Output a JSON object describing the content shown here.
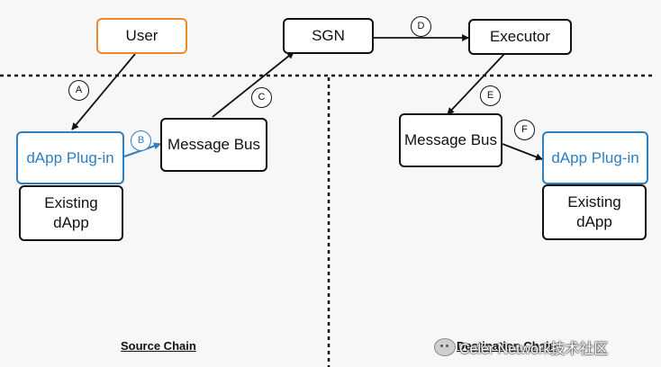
{
  "nodes": {
    "user": "User",
    "sgn": "SGN",
    "executor": "Executor",
    "source_plugin": "dApp Plug-in",
    "source_existing": [
      "Existing",
      "dApp"
    ],
    "source_message_bus": "Message Bus",
    "dest_message_bus": "Message Bus",
    "dest_plugin": "dApp Plug-in",
    "dest_existing": [
      "Existing",
      "dApp"
    ]
  },
  "steps": [
    "A",
    "B",
    "C",
    "D",
    "E",
    "F"
  ],
  "regions": {
    "source": "Source Chain",
    "destination": "Destination Chain"
  },
  "watermark": "Celer Network技术社区",
  "colors": {
    "user_border": "#ef8a2b",
    "plugin_accent": "#2c7fc1",
    "line": "#111111"
  },
  "icons": {
    "watermark_logo": "wechat-logo-icon"
  }
}
